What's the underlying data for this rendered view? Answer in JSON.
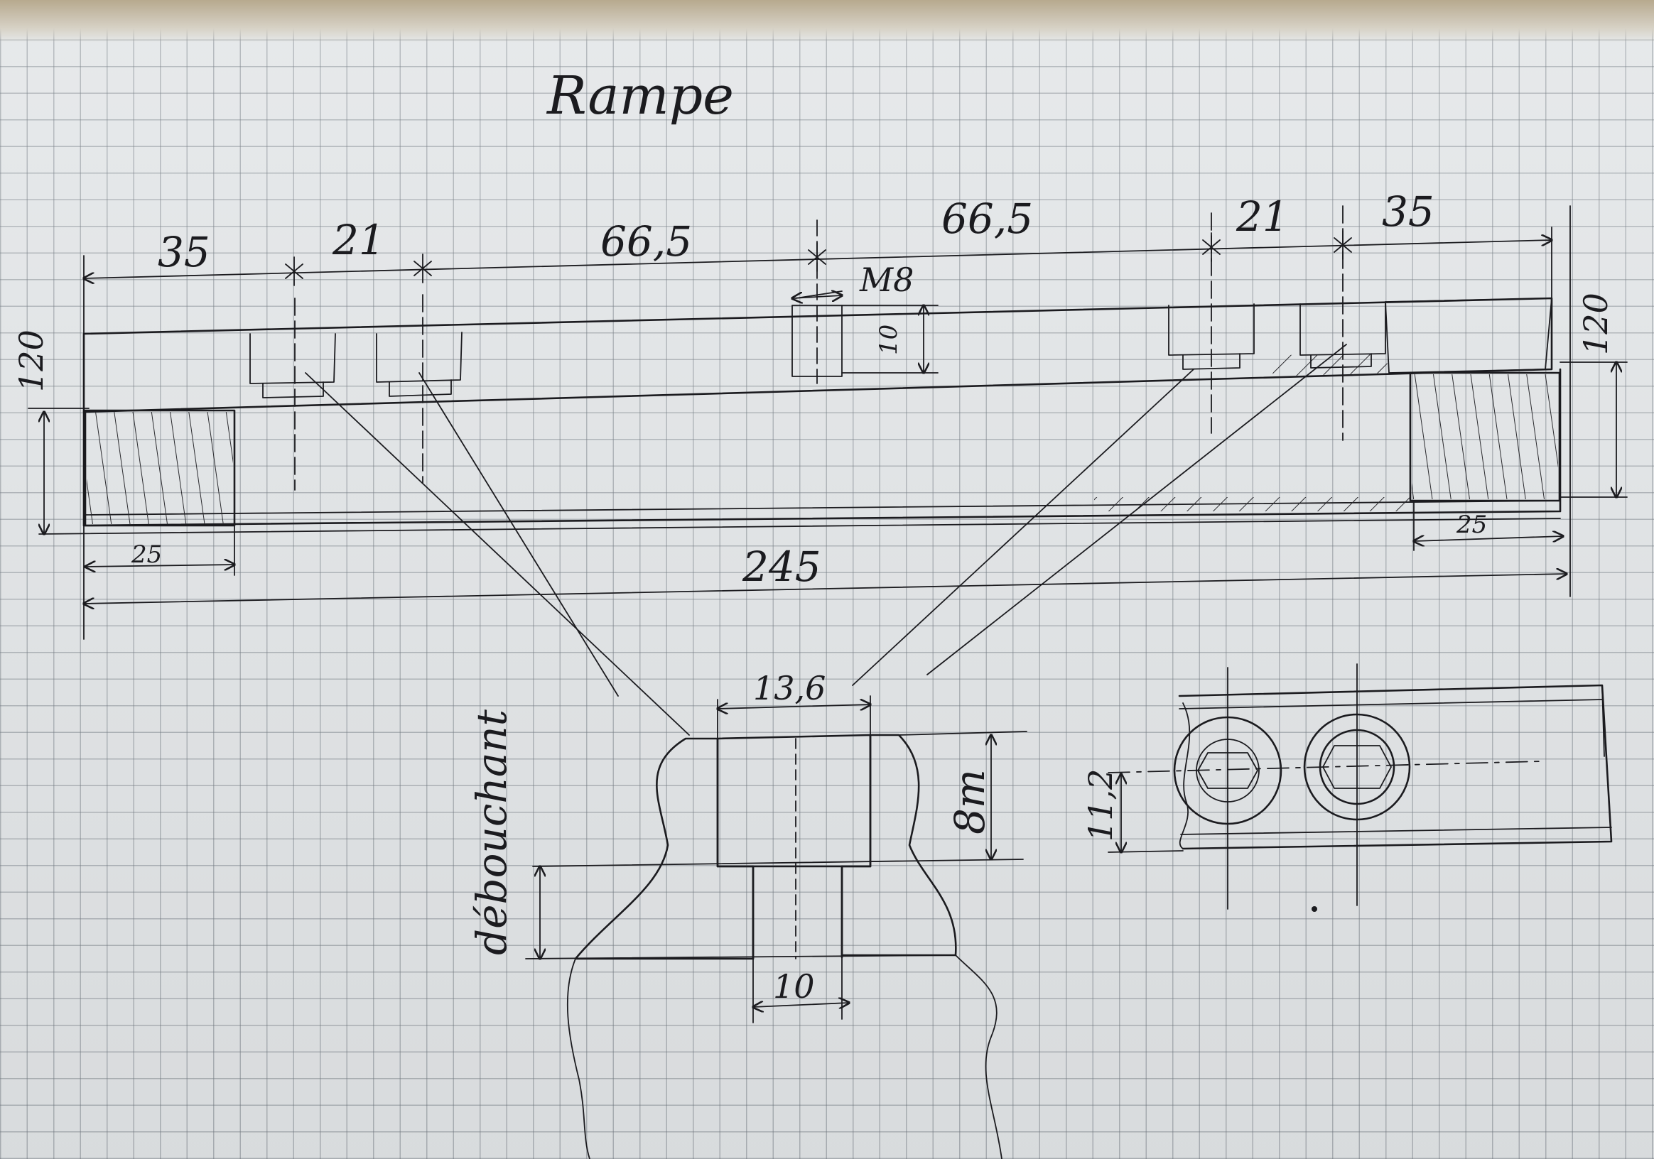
{
  "title": "Rampe",
  "dimensions": {
    "top_left_35": "35",
    "top_left_21": "21",
    "top_left_66_5": "66,5",
    "top_right_66_5": "66,5",
    "top_right_21": "21",
    "top_right_35": "35",
    "thread_m8": "M8",
    "depth_10": "10",
    "height_left": "120",
    "height_right": "120",
    "width_left_25": "25",
    "width_right_25": "25",
    "overall_245": "245",
    "detail_13_6": "13,6",
    "detail_8": "8m",
    "detail_10": "10",
    "side_11_2": "11,2"
  },
  "notes": {
    "debouchant": "débouchant"
  }
}
